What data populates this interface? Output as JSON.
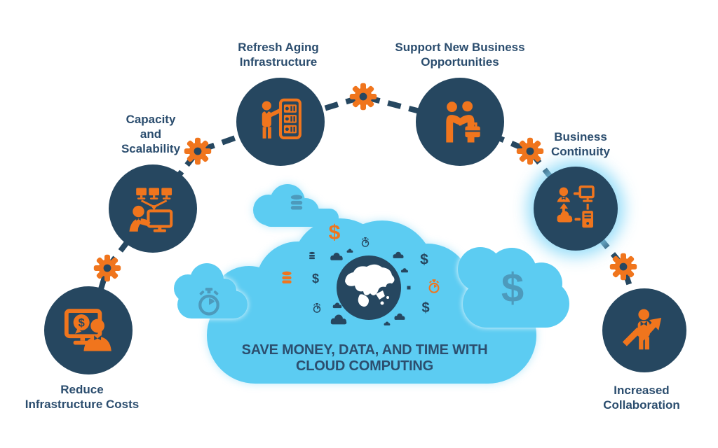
{
  "page": {
    "background": "#ffffff",
    "description": "Cloud computing benefits infographic"
  },
  "colors": {
    "navy": "#264760",
    "orange": "#f0751d",
    "cloud_blue": "#5cccf2",
    "teal": "#4d9abc",
    "label_text": "#2b4d6e"
  },
  "caption": {
    "line1": "SAVE MONEY, DATA, AND TIME WITH",
    "line2": "CLOUD COMPUTING"
  },
  "glyphs": {
    "dollar": "$"
  },
  "nodes": [
    {
      "id": "reduce-infrastructure-costs",
      "icon": "cost-monitor-person-icon",
      "lines": [
        "Reduce",
        "Infrastructure Costs"
      ]
    },
    {
      "id": "capacity-and-scalability",
      "icon": "screens-presenter-icon",
      "lines": [
        "Capacity",
        "and",
        "Scalability"
      ]
    },
    {
      "id": "refresh-aging-infrastructure",
      "icon": "server-rack-person-icon",
      "lines": [
        "Refresh Aging",
        "Infrastructure"
      ]
    },
    {
      "id": "support-new-business-opportunities",
      "icon": "handshake-briefcase-icon",
      "lines": [
        "Support New Business",
        "Opportunities"
      ]
    },
    {
      "id": "business-continuity",
      "icon": "cloud-network-icon",
      "lines": [
        "Business",
        "Continuity"
      ]
    },
    {
      "id": "increased-collaboration",
      "icon": "person-growth-arrow-icon",
      "lines": [
        "Increased",
        "Collaboration"
      ]
    }
  ],
  "cloud_scene": {
    "scatter_icons": [
      "database-icon",
      "dollar-sign",
      "stopwatch-icon",
      "mini-cloud-icon",
      "globe-icon"
    ]
  }
}
